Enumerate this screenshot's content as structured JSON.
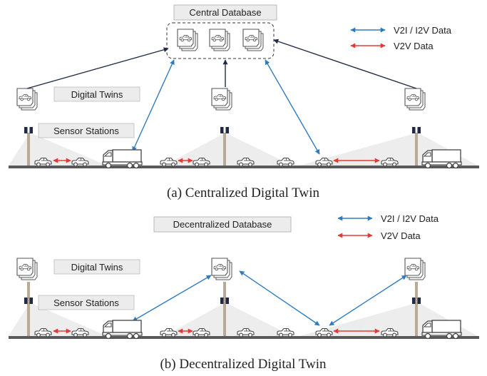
{
  "panel_a": {
    "central_database_label": "Central Database",
    "digital_twins_label": "Digital Twins",
    "sensor_stations_label": "Sensor Stations",
    "legend_v2i": "V2I / I2V Data",
    "legend_v2v": "V2V Data",
    "caption": "(a) Centralized Digital Twin"
  },
  "panel_b": {
    "decentralized_database_label": "Decentralized Database",
    "digital_twins_label": "Digital Twins",
    "sensor_stations_label": "Sensor Stations",
    "legend_v2i": "V2I / I2V Data",
    "legend_v2v": "V2V Data",
    "caption": "(b) Decentralized Digital Twin"
  },
  "colors": {
    "v2i_arrow": "#2f7bc0",
    "v2v_arrow": "#e53935",
    "twin_link": "#1f2a44",
    "road": "#595959",
    "pole": "#b8aa94",
    "label_box": "#ececec",
    "coverage": "#ebebeb"
  },
  "icons": {
    "twin_card": "car-card-stack-icon",
    "car": "car-icon",
    "truck": "truck-icon",
    "sensor": "sensor-station-icon"
  }
}
